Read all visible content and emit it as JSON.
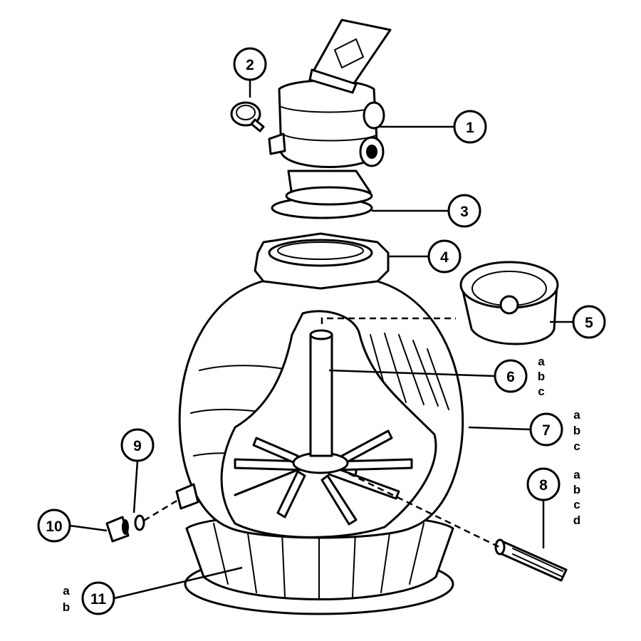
{
  "diagram": {
    "callouts": [
      {
        "id": "1",
        "label": "1",
        "variants": []
      },
      {
        "id": "2",
        "label": "2",
        "variants": []
      },
      {
        "id": "3",
        "label": "3",
        "variants": []
      },
      {
        "id": "4",
        "label": "4",
        "variants": []
      },
      {
        "id": "5",
        "label": "5",
        "variants": []
      },
      {
        "id": "6",
        "label": "6",
        "variants": [
          "a",
          "b",
          "c"
        ]
      },
      {
        "id": "7",
        "label": "7",
        "variants": [
          "a",
          "b",
          "c"
        ]
      },
      {
        "id": "8",
        "label": "8",
        "variants": [
          "a",
          "b",
          "c",
          "d"
        ]
      },
      {
        "id": "9",
        "label": "9",
        "variants": []
      },
      {
        "id": "10",
        "label": "10",
        "variants": []
      },
      {
        "id": "11",
        "label": "11",
        "variants": [
          "a",
          "b"
        ]
      }
    ]
  }
}
